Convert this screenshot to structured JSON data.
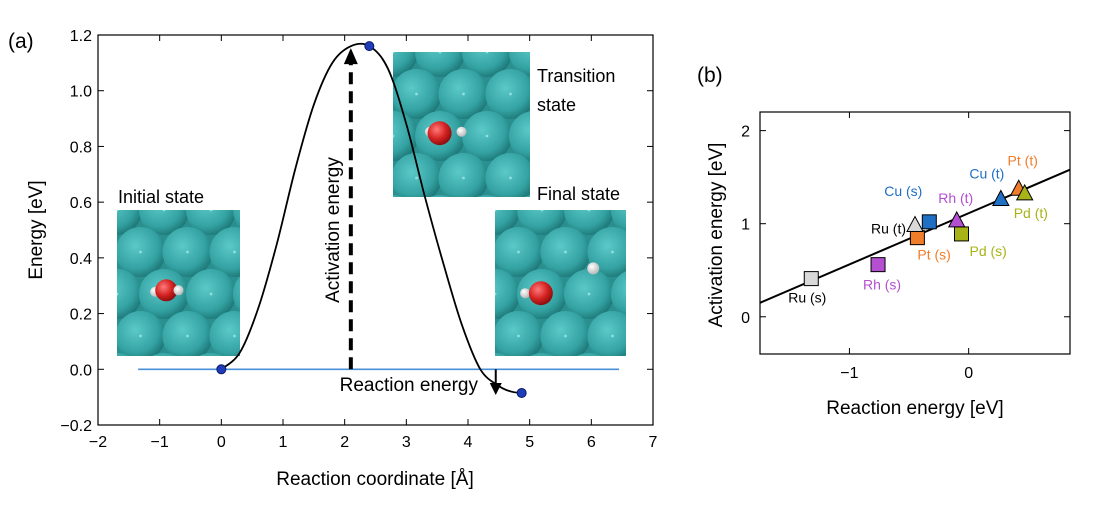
{
  "colors": {
    "surface_atom": "#3aa9a9",
    "surface_bg": "#2b8f8f",
    "oxygen": "#d42222",
    "hydrogen": "#f2f2f2",
    "curve": "#000000",
    "point": "#1f3db8",
    "reaction_line": "#4a90d9"
  },
  "chart_data": [
    {
      "type": "line",
      "panel_label": "(a)",
      "xlabel": "Reaction coordinate [Å]",
      "ylabel": "Energy [eV]",
      "xlim": [
        -2,
        7
      ],
      "ylim": [
        -0.2,
        1.2
      ],
      "xticks": [
        "−2",
        "−1",
        "0",
        "1",
        "2",
        "3",
        "4",
        "5",
        "6",
        "7"
      ],
      "yticks": [
        "−0.2",
        "0.0",
        "0.2",
        "0.4",
        "0.6",
        "0.8",
        "1.0",
        "1.2"
      ],
      "grid": false,
      "points": [
        {
          "x": 0,
          "y": 0
        },
        {
          "x": 2.4,
          "y": 1.16
        },
        {
          "x": 4.87,
          "y": -0.085
        }
      ],
      "curve": {
        "x": [
          0,
          0.3,
          0.6,
          0.9,
          1.2,
          1.5,
          1.8,
          2.1,
          2.4,
          2.7,
          3.0,
          3.3,
          3.6,
          3.9,
          4.2,
          4.5,
          4.7,
          4.87
        ],
        "y": [
          0,
          0.06,
          0.22,
          0.45,
          0.72,
          0.95,
          1.1,
          1.16,
          1.16,
          1.08,
          0.88,
          0.62,
          0.38,
          0.16,
          0.0,
          -0.06,
          -0.08,
          -0.085
        ]
      },
      "reaction_line": {
        "x_from": -1.35,
        "x_to": 6.45,
        "y": 0
      },
      "activation_arrow": {
        "x": 2.1,
        "y_from": 0.0,
        "y_to": 1.16,
        "label": "Activation energy"
      },
      "reaction_arrow": {
        "x": 4.45,
        "y_from": 0.0,
        "y_to": -0.085,
        "label": "Reaction energy"
      },
      "insets": [
        {
          "label": "Initial state"
        },
        {
          "label_line1": "Transition",
          "label_line2": "state"
        },
        {
          "label": "Final state"
        }
      ]
    },
    {
      "type": "scatter",
      "panel_label": "(b)",
      "xlabel": "Reaction energy [eV]",
      "ylabel": "Activation energy [eV]",
      "xlim": [
        -1.75,
        0.85
      ],
      "ylim": [
        -0.4,
        2.2
      ],
      "xticks": [
        {
          "v": -1,
          "t": "−1"
        },
        {
          "v": 0,
          "t": "0"
        }
      ],
      "yticks": [
        {
          "v": 0,
          "t": "0"
        },
        {
          "v": 1,
          "t": "1"
        },
        {
          "v": 2,
          "t": "2"
        }
      ],
      "fit_line": {
        "x": [
          -1.75,
          0.85
        ],
        "y": [
          0.15,
          1.58
        ]
      },
      "points": [
        {
          "label": "Ru (s)",
          "x": -1.32,
          "y": 0.41,
          "marker": "square",
          "color": "#d9d9d9"
        },
        {
          "label": "Rh (s)",
          "x": -0.76,
          "y": 0.56,
          "marker": "square",
          "color": "#b44fd1"
        },
        {
          "label": "Pt (s)",
          "x": -0.43,
          "y": 0.85,
          "marker": "square",
          "color": "#f07d2a"
        },
        {
          "label": "Cu (s)",
          "x": -0.33,
          "y": 1.02,
          "marker": "square",
          "color": "#1f6fc4"
        },
        {
          "label": "Pd (s)",
          "x": -0.06,
          "y": 0.89,
          "marker": "square",
          "color": "#a8b318"
        },
        {
          "label": "Ru (t)",
          "x": -0.45,
          "y": 0.98,
          "marker": "triangle",
          "color": "#d9d9d9"
        },
        {
          "label": "Rh (t)",
          "x": -0.1,
          "y": 1.03,
          "marker": "triangle",
          "color": "#b44fd1"
        },
        {
          "label": "Cu (t)",
          "x": 0.27,
          "y": 1.26,
          "marker": "triangle",
          "color": "#1f6fc4"
        },
        {
          "label": "Pt (t)",
          "x": 0.42,
          "y": 1.37,
          "marker": "triangle",
          "color": "#f07d2a"
        },
        {
          "label": "Pd (t)",
          "x": 0.47,
          "y": 1.32,
          "marker": "triangle",
          "color": "#a8b318"
        }
      ]
    }
  ]
}
